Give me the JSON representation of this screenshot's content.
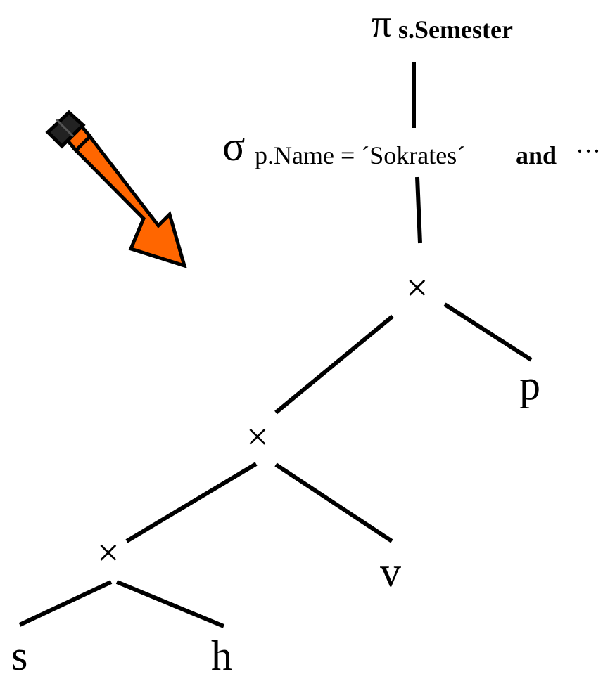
{
  "projection": {
    "symbol": "π",
    "attribute": "s.Semester"
  },
  "selection": {
    "symbol": "σ",
    "condition": "p.Name = ´Sokrates´",
    "connector": "and",
    "ellipsis": "···"
  },
  "joins": {
    "symbol": "×"
  },
  "relations": {
    "s": "s",
    "h": "h",
    "v": "v",
    "p": "p"
  },
  "colors": {
    "arrow_fill": "#ff6600",
    "arrow_outline": "#000000",
    "lines": "#000000"
  },
  "icons": {
    "pointer": "pencil-arrow-icon"
  }
}
